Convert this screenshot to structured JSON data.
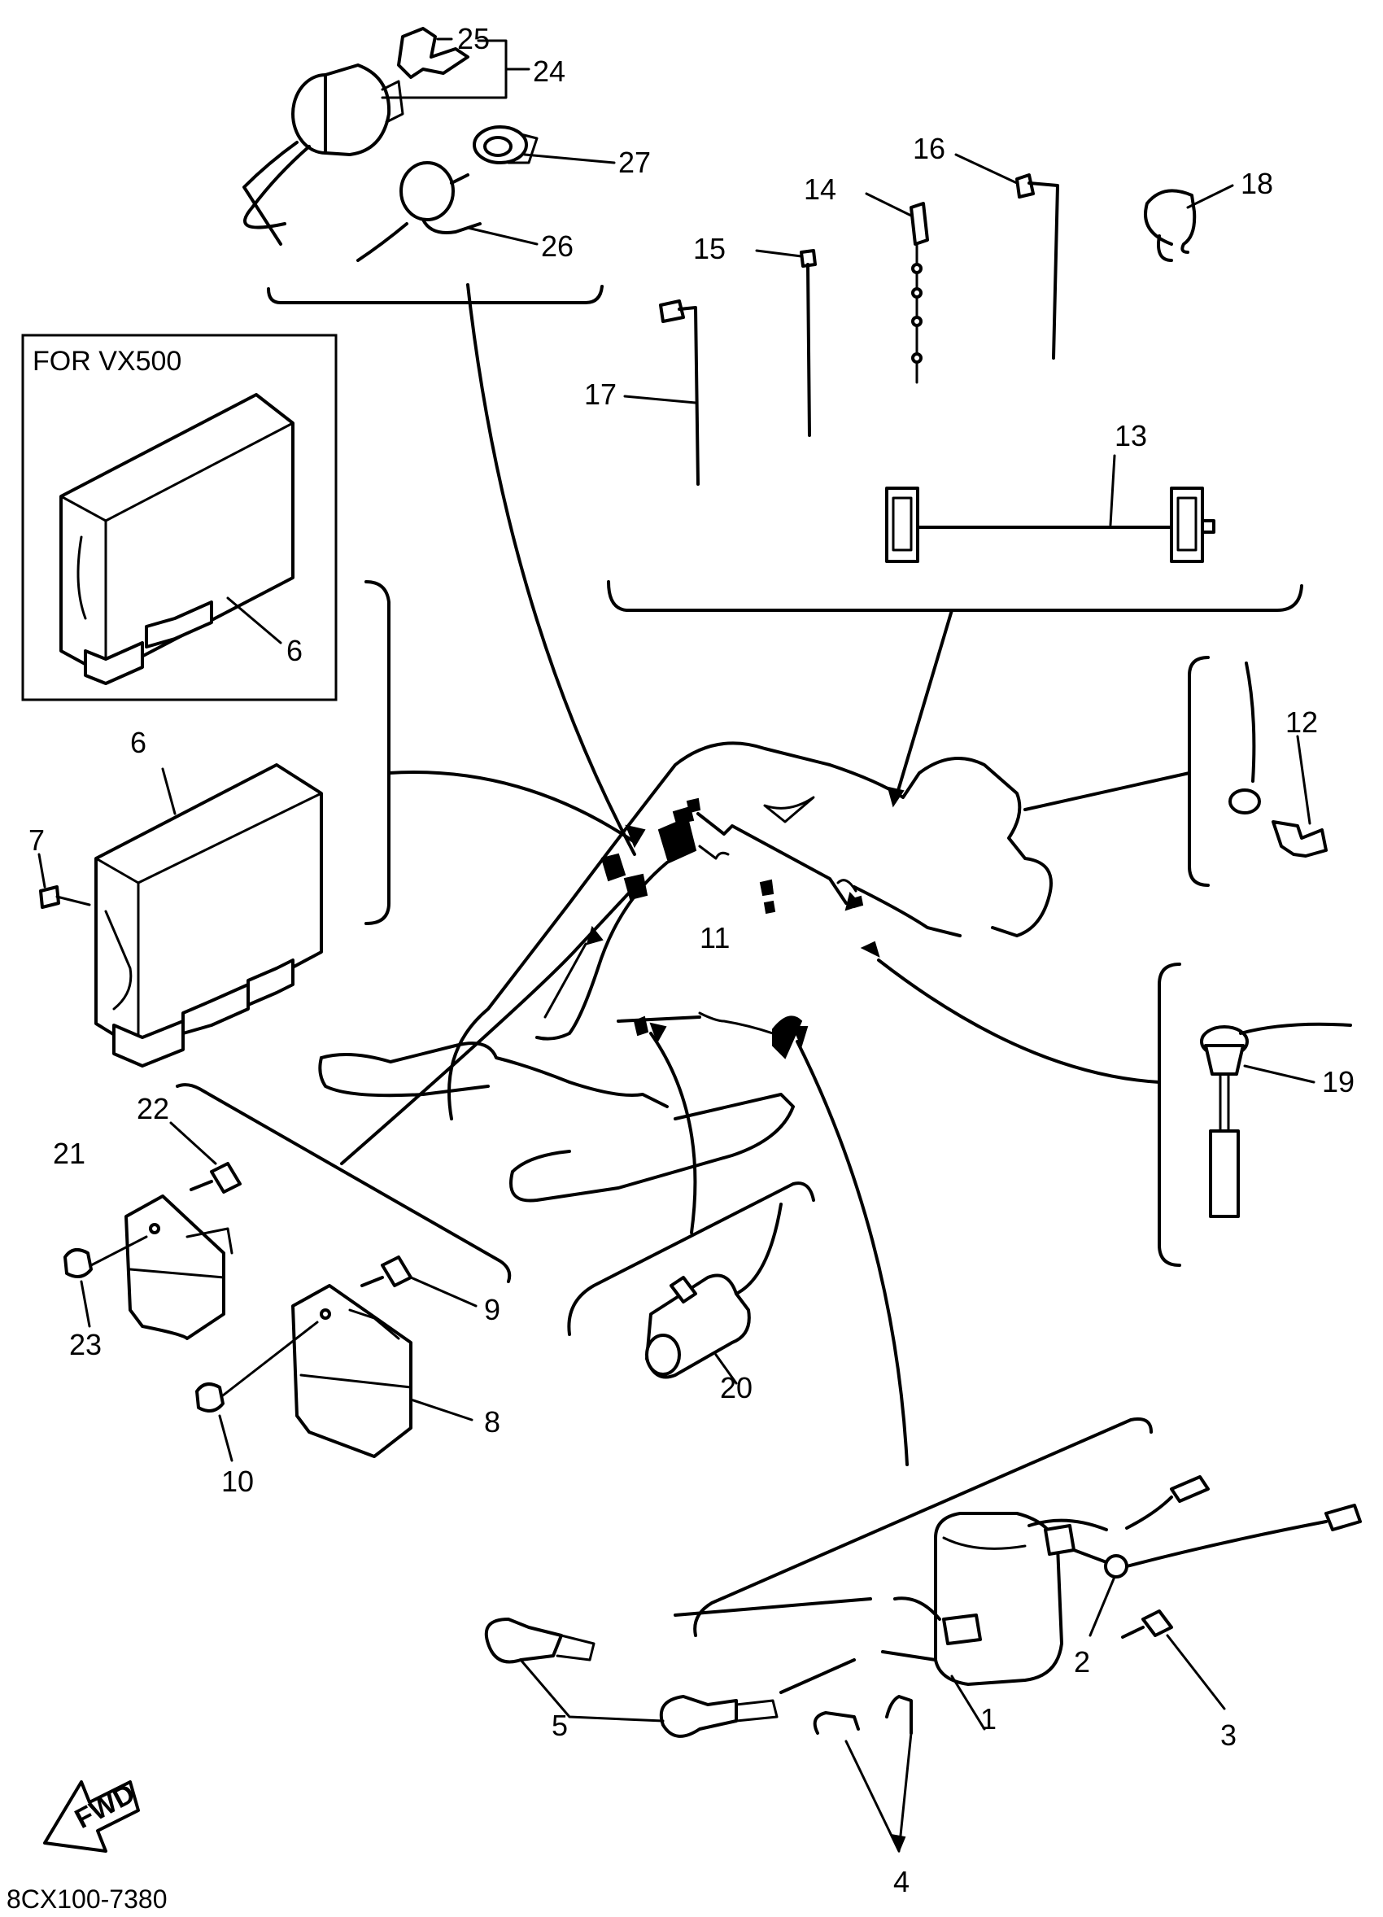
{
  "note": {
    "variant_box_label": "FOR VX500"
  },
  "footer": {
    "diagram_code": "8CX100-7380",
    "fwd_label": "FWD"
  },
  "callouts": {
    "p1": "1",
    "p2": "2",
    "p3": "3",
    "p4": "4",
    "p5": "5",
    "p6a": "6",
    "p6b": "6",
    "p7": "7",
    "p8": "8",
    "p9": "9",
    "p10": "10",
    "p11": "11",
    "p12": "12",
    "p13": "13",
    "p14": "14",
    "p15": "15",
    "p16": "16",
    "p17": "17",
    "p18": "18",
    "p19": "19",
    "p20": "20",
    "p21": "21",
    "p22": "22",
    "p23": "23",
    "p24": "24",
    "p25": "25",
    "p26": "26",
    "p27": "27"
  }
}
